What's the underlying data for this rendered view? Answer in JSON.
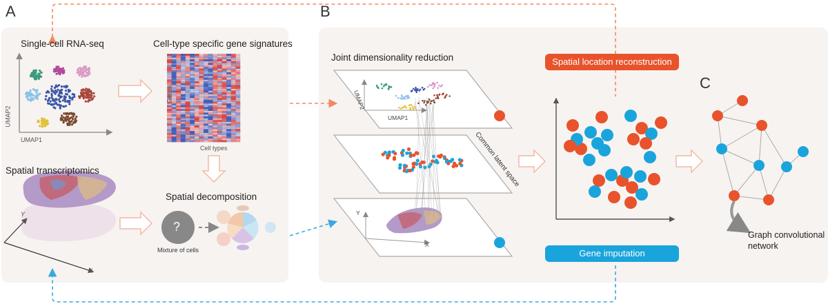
{
  "panels": {
    "a": "A",
    "b": "B",
    "c": "C"
  },
  "panel_a": {
    "scrna_title": "Single-cell RNA-seq",
    "umap_x": "UMAP1",
    "umap_y": "UMAP2",
    "signatures_title": "Cell-type specific gene signatures",
    "genes_label": "Genes",
    "celltypes_label": "Cell types",
    "spatial_title": "Spatial transcriptomics",
    "axis_y": "Y",
    "axis_x": "X",
    "decomp_title": "Spatial decomposition",
    "question": "?",
    "mixture_label": "Mixture of cells"
  },
  "panel_b": {
    "joint_title": "Joint dimensionality reduction",
    "plane_umap1": "UMAP1",
    "plane_umap2": "UMAP2",
    "latent_label": "Common latent space",
    "plane_y": "Y",
    "plane_x": "X",
    "spatial_reconstruction": "Spatial location reconstruction",
    "gene_imputation": "Gene imputation"
  },
  "panel_c": {
    "gcn_label_line1": "Graph convolutional",
    "gcn_label_line2": "network"
  },
  "colors": {
    "orange": "#e8532b",
    "blue": "#1aa4dc",
    "orange_dash": "#f08a5d",
    "blue_dash": "#3aa9dd",
    "panel_bg": "#f7f3f1",
    "heat_red": "#d33b3b",
    "heat_blue": "#3b56b5"
  }
}
